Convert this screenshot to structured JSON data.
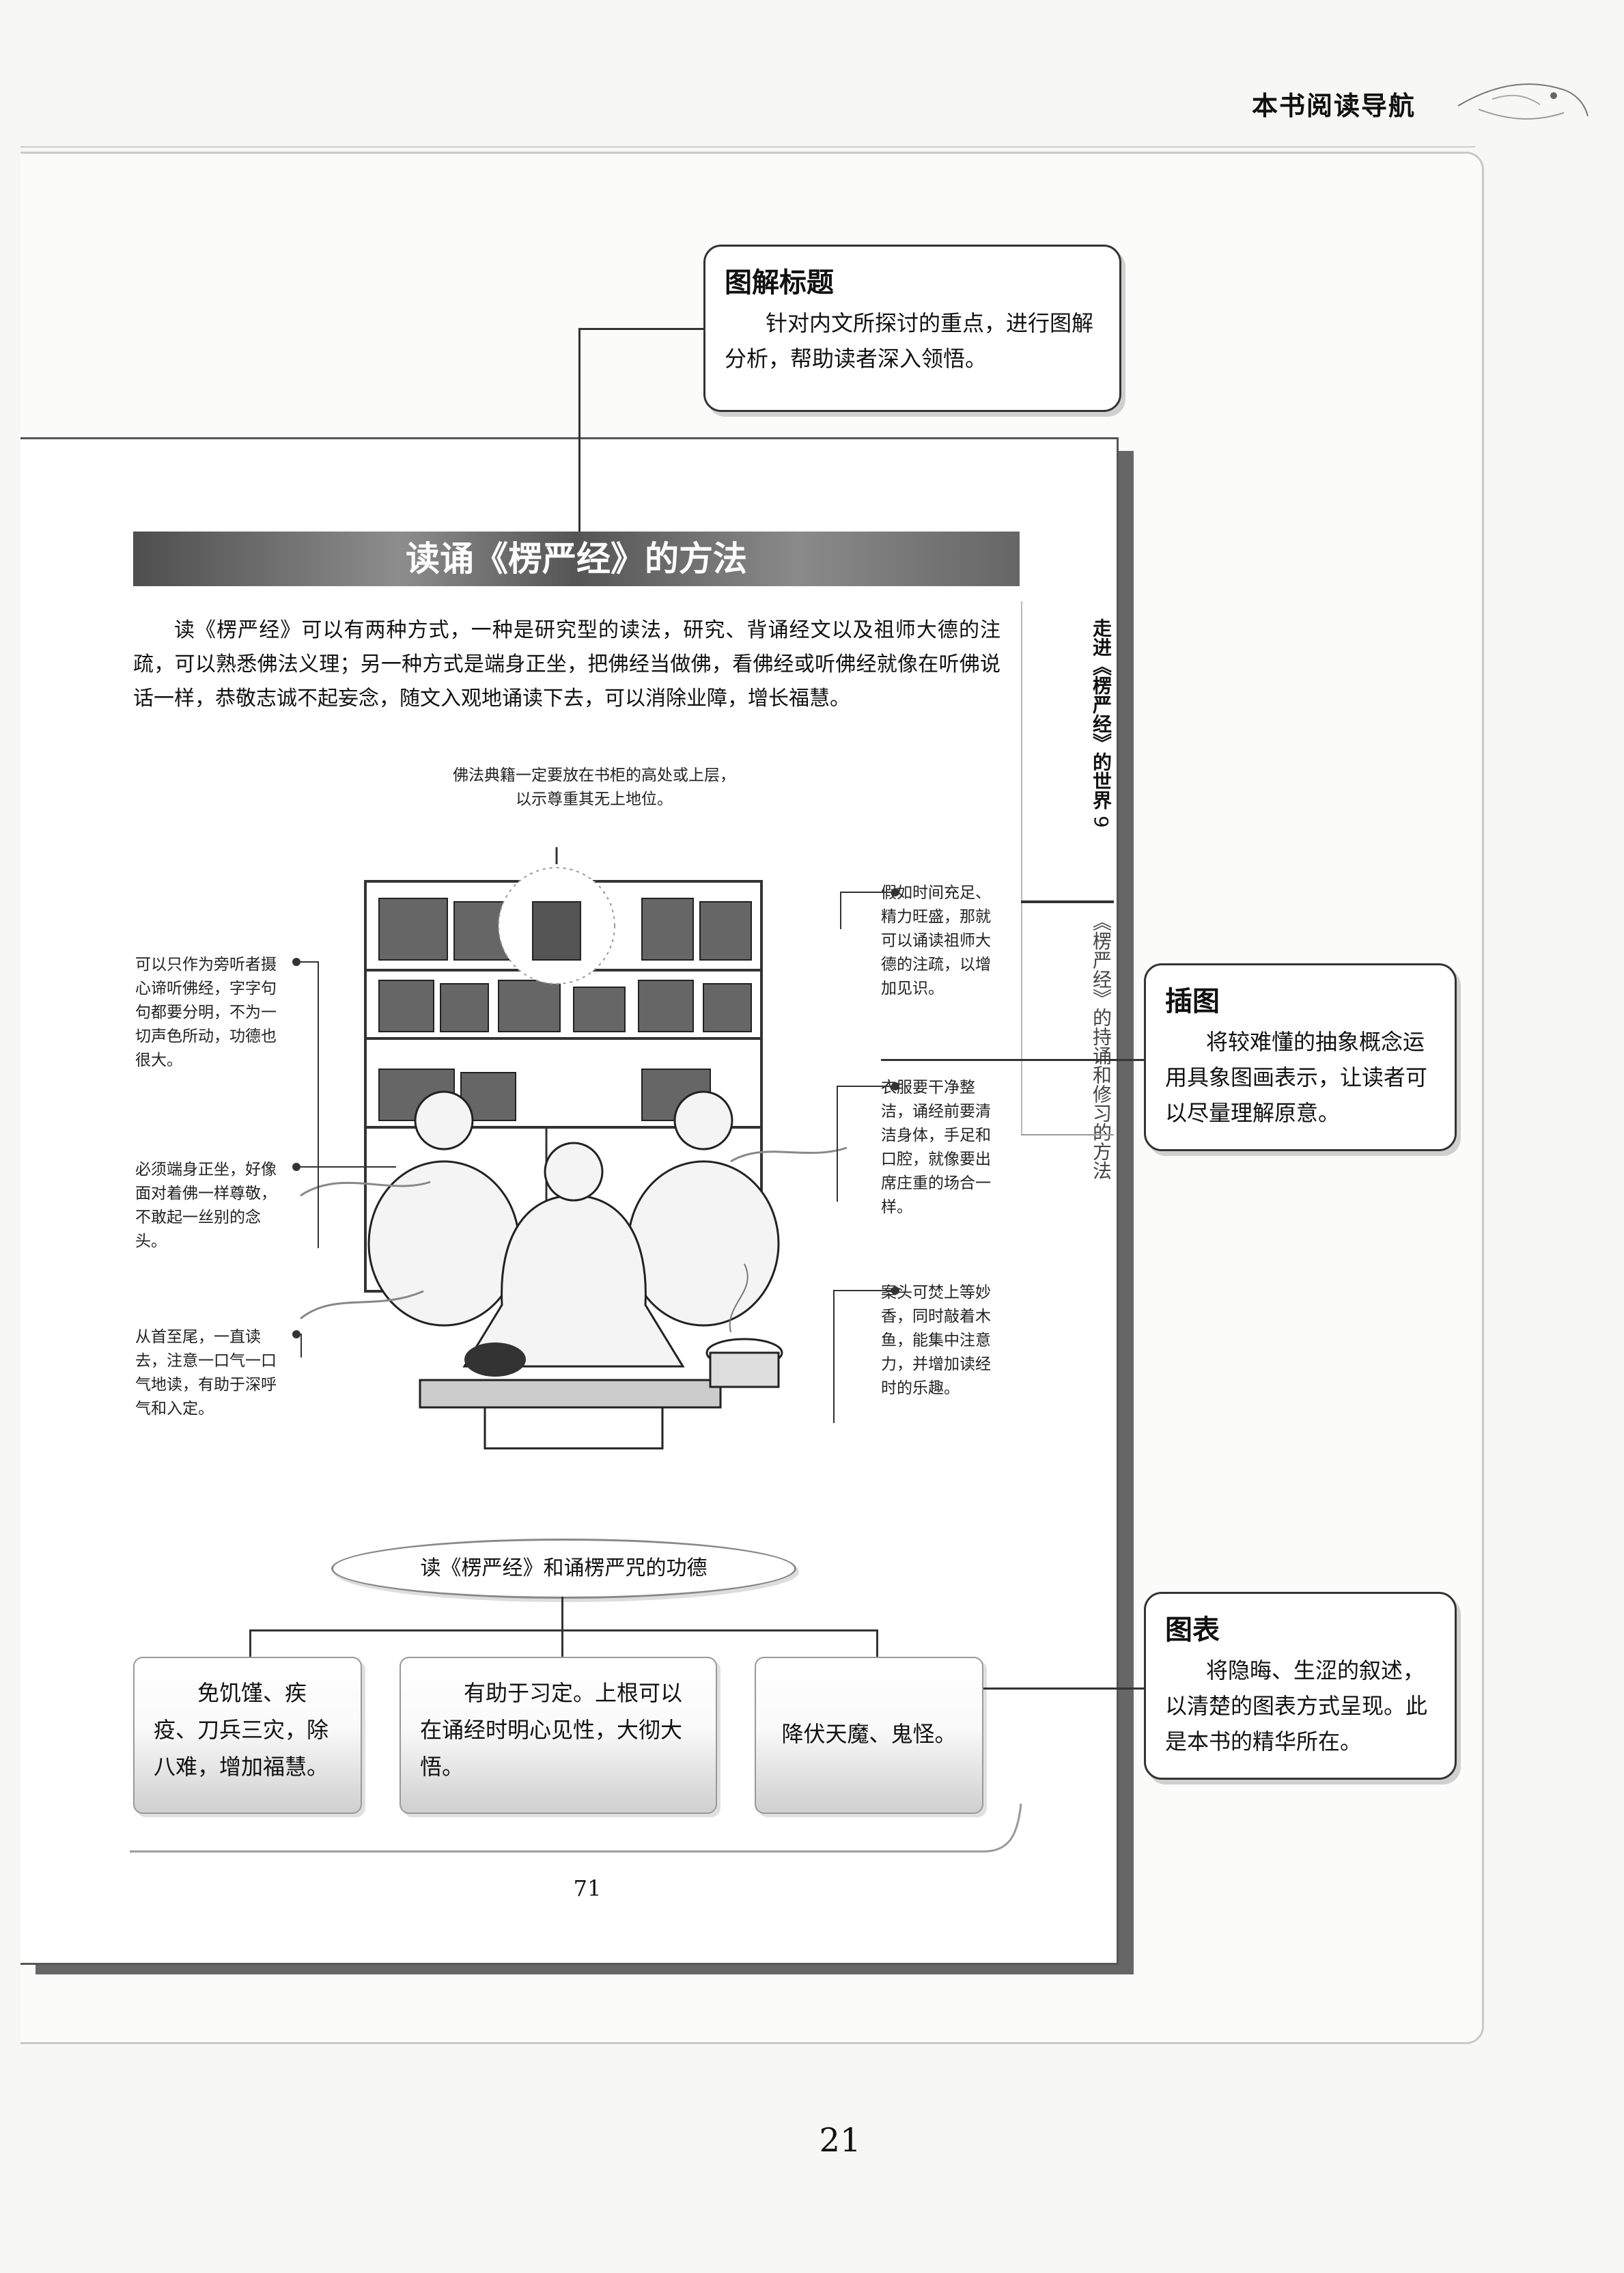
{
  "header": {
    "title": "本书阅读导航"
  },
  "callouts": {
    "title": {
      "heading": "图解标题",
      "body": "针对内文所探讨的重点，进行图解分析，帮助读者深入领悟。"
    },
    "illustration": {
      "heading": "插图",
      "body": "将较难懂的抽象概念运用具象图画表示，让读者可以尽量理解原意。"
    },
    "chart": {
      "heading": "图表",
      "body": "将隐晦、生涩的叙述，以清楚的图表方式呈现。此是本书的精华所在。"
    }
  },
  "inner_page": {
    "banner": "读诵《楞严经》的方法",
    "intro": "读《楞严经》可以有两种方式，一种是研究型的读法，研究、背诵经文以及祖师大德的注疏，可以熟悉佛法义理；另一种方式是端身正坐，把佛经当做佛，看佛经或听佛经就像在听佛说话一样，恭敬志诚不起妄念，随文入观地诵读下去，可以消除业障，增长福慧。",
    "side_tab": {
      "chapter": "走进《楞严经》的世界",
      "chapter_no": "9",
      "section": "《楞严经》的持诵和修习的方法"
    },
    "notes": {
      "top": "佛法典籍一定要放在书柜的高处或上层，以示尊重其无上地位。",
      "left1": "可以只作为旁听者摄心谛听佛经，字字句句都要分明，不为一切声色所动，功德也很大。",
      "left2": "必须端身正坐，好像面对着佛一样尊敬，不敢起一丝别的念头。",
      "left3": "从首至尾，一直读去，注意一口气一口气地读，有助于深呼气和入定。",
      "right1": "假如时间充足、精力旺盛，那就可以诵读祖师大德的注疏，以增加见识。",
      "right2": "衣服要干净整洁，诵经前要清洁身体，手足和口腔，就像要出席庄重的场合一样。",
      "right3": "案头可焚上等妙香，同时敲着木鱼，能集中注意力，并增加读经时的乐趣。"
    },
    "merit_title": "读《楞严经》和诵楞严咒的功德",
    "merits": [
      "免饥馑、疾疫、刀兵三灾，除八难，增加福慧。",
      "有助于习定。上根可以在诵经时明心见性，大彻大悟。",
      "降伏天魔、鬼怪。"
    ],
    "page_number": "71"
  },
  "page_number": "21"
}
